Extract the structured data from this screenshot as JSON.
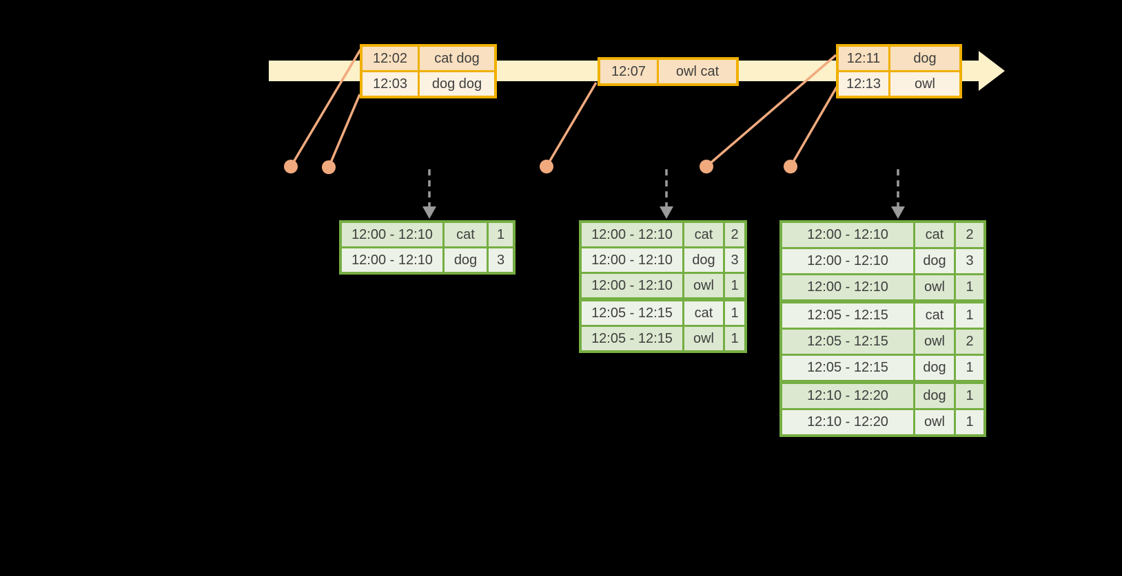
{
  "palette": {
    "background": "#000000",
    "timeline_fill": "#FCF1C9",
    "event_border": "#F0B000",
    "event_row_dark": "#F9E0C0",
    "event_row_light": "#FCF2E2",
    "connector": "#F0AA7E",
    "result_border": "#75AE43",
    "result_row_dark": "#DCE8D0",
    "result_row_light": "#EDF2E8",
    "trigger_gray": "#9B9B9B",
    "text": "#3E3E3E"
  },
  "icons": {
    "timeline": "right-arrow-icon",
    "event_marker": "dot-icon",
    "trigger": "dashed-down-arrow-icon"
  },
  "event_tables": [
    {
      "name": "event-table-1",
      "rows": [
        {
          "time": "12:02",
          "words": "cat dog"
        },
        {
          "time": "12:03",
          "words": "dog dog"
        }
      ]
    },
    {
      "name": "event-table-2",
      "rows": [
        {
          "time": "12:07",
          "words": "owl cat"
        }
      ]
    },
    {
      "name": "event-table-3",
      "rows": [
        {
          "time": "12:11",
          "words": "dog"
        },
        {
          "time": "12:13",
          "words": "owl"
        }
      ]
    }
  ],
  "result_tables": [
    {
      "name": "result-table-1",
      "rows": [
        {
          "window": "12:00 - 12:10",
          "word": "cat",
          "count": "1"
        },
        {
          "window": "12:00 - 12:10",
          "word": "dog",
          "count": "3"
        }
      ]
    },
    {
      "name": "result-table-2",
      "rows": [
        {
          "window": "12:00 - 12:10",
          "word": "cat",
          "count": "2"
        },
        {
          "window": "12:00 - 12:10",
          "word": "dog",
          "count": "3"
        },
        {
          "window": "12:00 - 12:10",
          "word": "owl",
          "count": "1"
        },
        {
          "window": "12:05 - 12:15",
          "word": "cat",
          "count": "1"
        },
        {
          "window": "12:05 - 12:15",
          "word": "owl",
          "count": "1"
        }
      ]
    },
    {
      "name": "result-table-3",
      "rows": [
        {
          "window": "12:00 - 12:10",
          "word": "cat",
          "count": "2"
        },
        {
          "window": "12:00 - 12:10",
          "word": "dog",
          "count": "3"
        },
        {
          "window": "12:00 - 12:10",
          "word": "owl",
          "count": "1"
        },
        {
          "window": "12:05 - 12:15",
          "word": "cat",
          "count": "1"
        },
        {
          "window": "12:05 - 12:15",
          "word": "owl",
          "count": "2"
        },
        {
          "window": "12:05 - 12:15",
          "word": "dog",
          "count": "1"
        },
        {
          "window": "12:10 - 12:20",
          "word": "dog",
          "count": "1"
        },
        {
          "window": "12:10 - 12:20",
          "word": "owl",
          "count": "1"
        }
      ]
    }
  ]
}
